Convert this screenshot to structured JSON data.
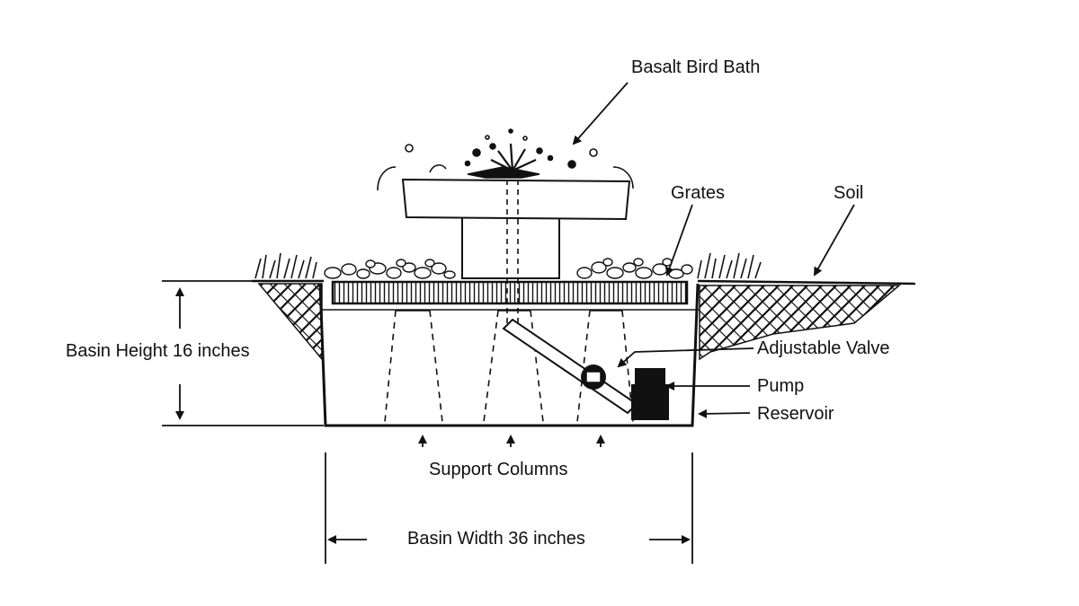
{
  "labels": {
    "bird_bath": "Basalt Bird Bath",
    "grates": "Grates",
    "soil": "Soil",
    "adjustable_valve": "Adjustable Valve",
    "pump": "Pump",
    "reservoir": "Reservoir",
    "basin_height": "Basin Height 16 inches",
    "support_columns": "Support Columns",
    "basin_width": "Basin Width 36 inches"
  },
  "colors": {
    "ink": "#111111",
    "background": "#ffffff"
  }
}
